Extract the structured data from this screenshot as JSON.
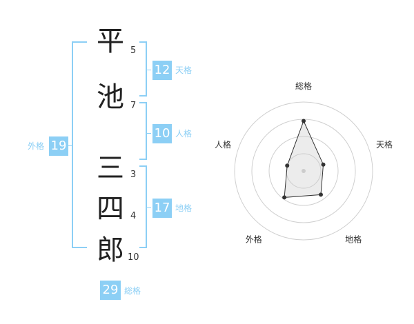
{
  "name": {
    "chars": [
      {
        "char": "平",
        "strokes": "5"
      },
      {
        "char": "池",
        "strokes": "7"
      },
      {
        "char": "三",
        "strokes": "3"
      },
      {
        "char": "四",
        "strokes": "4"
      },
      {
        "char": "郎",
        "strokes": "10"
      }
    ]
  },
  "kakusu": {
    "tenkaku": {
      "value": "12",
      "label": "天格"
    },
    "jinkaku": {
      "value": "10",
      "label": "人格"
    },
    "chikaku": {
      "value": "17",
      "label": "地格"
    },
    "gaikaku": {
      "value": "19",
      "label": "外格"
    },
    "soukaku": {
      "value": "29",
      "label": "総格"
    }
  },
  "chart_data": {
    "type": "radar",
    "axes": [
      "総格",
      "天格",
      "地格",
      "外格",
      "人格"
    ],
    "values": [
      29,
      12,
      17,
      19,
      10
    ],
    "grid": true
  },
  "colors": {
    "accent": "#8ccff5",
    "text": "#222222"
  }
}
